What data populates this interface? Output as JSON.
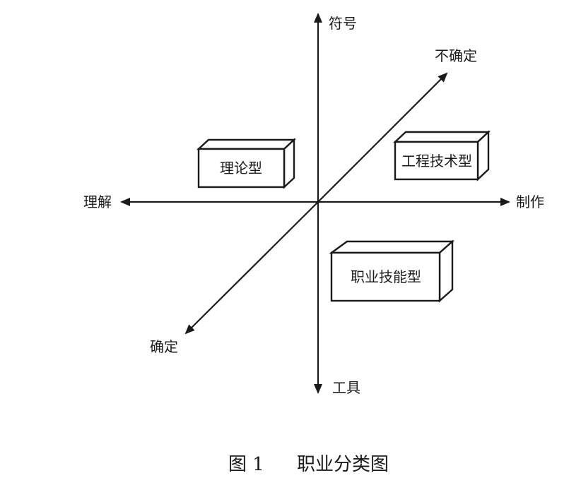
{
  "axes": {
    "up": "符号",
    "down": "工具",
    "left": "理解",
    "right": "制作",
    "diag_upper_right": "不确定",
    "diag_lower_left": "确定"
  },
  "boxes": {
    "theory": "理论型",
    "engineering": "工程技术型",
    "vocational": "职业技能型"
  },
  "caption": {
    "number": "图 1",
    "title": "职业分类图"
  },
  "colors": {
    "ink": "#1a1a1a",
    "background": "#ffffff"
  }
}
